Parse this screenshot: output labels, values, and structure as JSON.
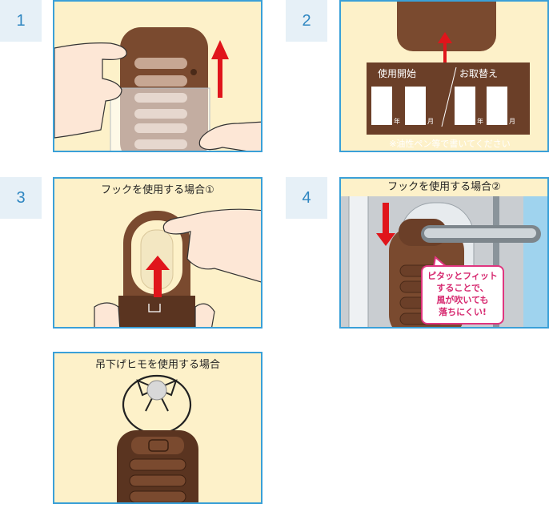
{
  "steps": [
    {
      "number": "1"
    },
    {
      "number": "2",
      "label_start": "使用開始",
      "label_change": "お取替え",
      "year": "年",
      "month": "月",
      "note": "※油性ペン等で書いてください"
    },
    {
      "number": "3",
      "title": "フックを使用する場合①"
    },
    {
      "number": "4",
      "title": "フックを使用する場合②",
      "bubble_lines": [
        "ピタッとフィット",
        "することで、",
        "風が吹いても",
        "落ちにくい!"
      ]
    },
    {
      "title": "吊下げヒモを使用する場合"
    }
  ],
  "colors": {
    "panel_bg": "#fdf1c9",
    "panel_border": "#3aa0d8",
    "device_brown": "#7a4a2f",
    "device_dark": "#5a3420",
    "arrow_red": "#e0151b",
    "badge_bg": "#e6f0f7",
    "badge_text": "#2e86c1",
    "bubble_border": "#e0357f"
  }
}
